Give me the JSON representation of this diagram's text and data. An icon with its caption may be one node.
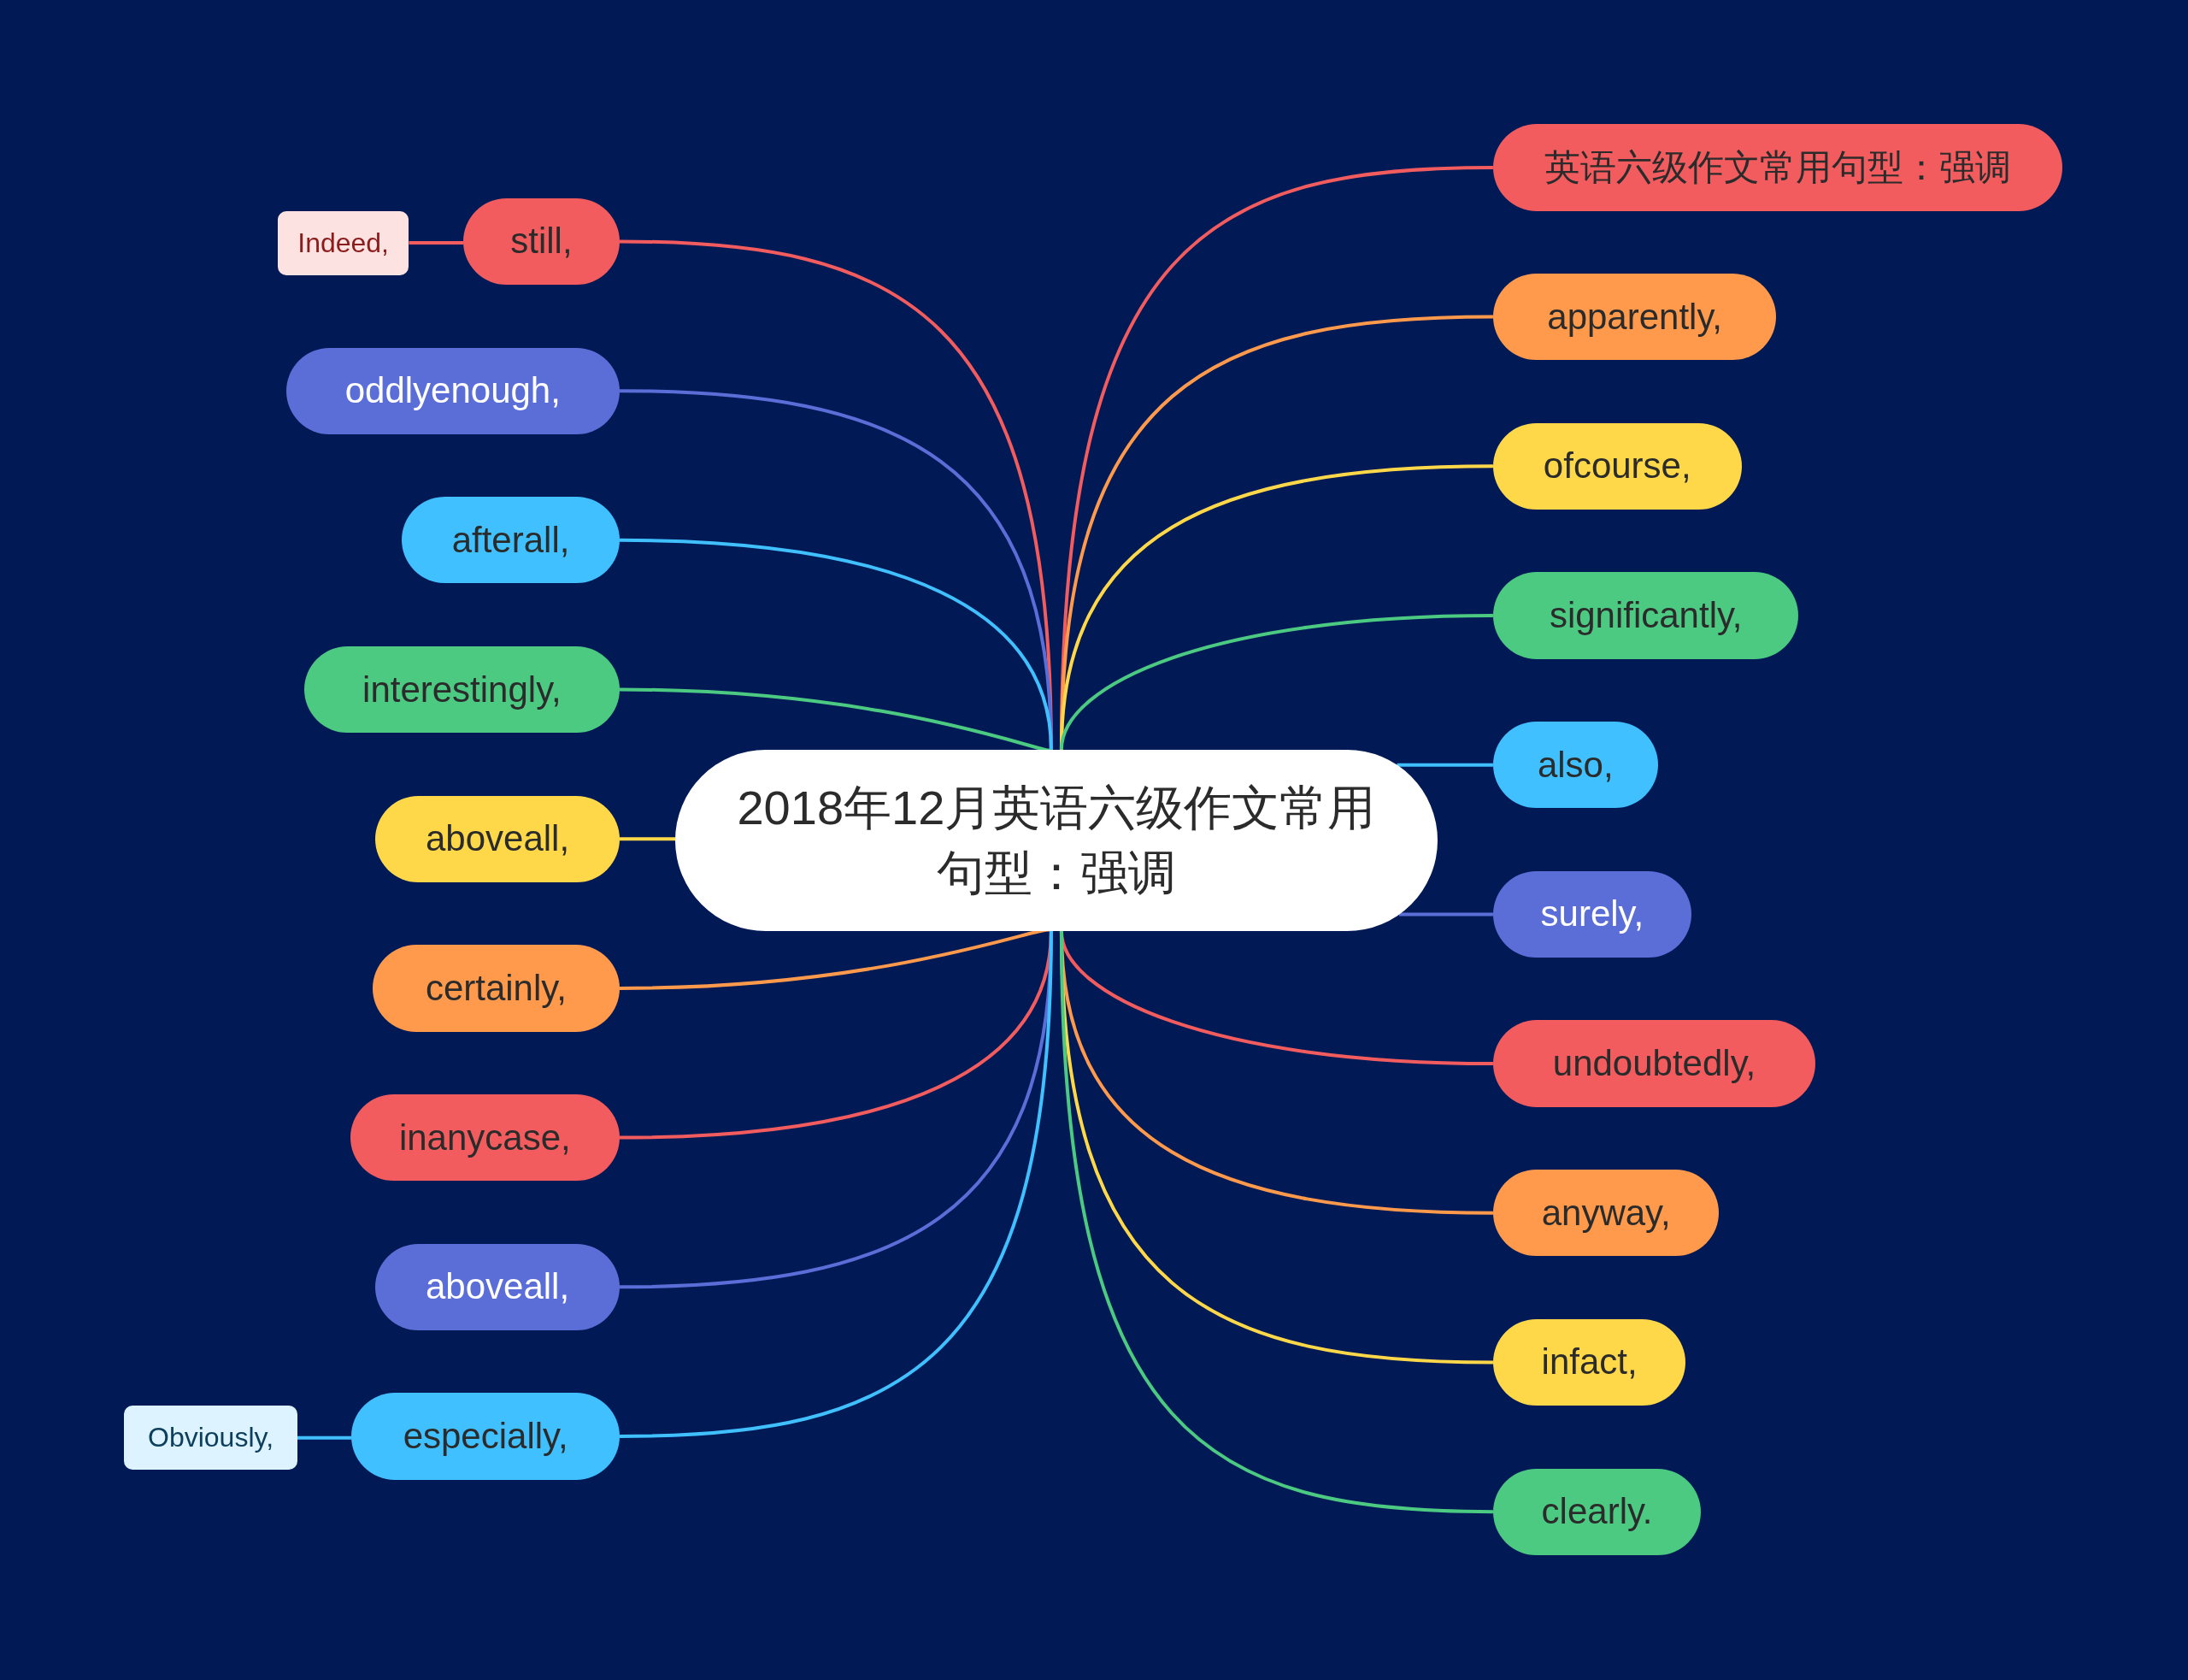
{
  "diagram": {
    "nodes": [
      {
        "text": [
          "2018年12月英语六级作文常用句型：强调"
        ]
      },
      {
        "text": [
          "英语六级作文常用句型：强调"
        ]
      },
      {
        "text": [
          "apparently,"
        ]
      },
      {
        "text": [
          "ofcourse,"
        ]
      },
      {
        "text": [
          "significantly,"
        ]
      },
      {
        "text": [
          "also,"
        ]
      },
      {
        "text": [
          "surely,"
        ]
      },
      {
        "text": [
          "undoubtedly,"
        ]
      },
      {
        "text": [
          "anyway,"
        ]
      },
      {
        "text": [
          "infact,"
        ]
      },
      {
        "text": [
          "clearly."
        ]
      },
      {
        "text": [
          "still,"
        ]
      },
      {
        "text": [
          "oddlyenough,"
        ]
      },
      {
        "text": [
          "afterall,"
        ]
      },
      {
        "text": [
          "interestingly,"
        ]
      },
      {
        "text": [
          "aboveall,"
        ]
      },
      {
        "text": [
          "certainly,"
        ]
      },
      {
        "text": [
          "inanycase,"
        ]
      },
      {
        "text": [
          "aboveall,"
        ]
      },
      {
        "text": [
          "especially,"
        ]
      },
      {
        "text": [
          "Indeed,"
        ]
      },
      {
        "text": [
          "Obviously,"
        ]
      }
    ],
    "edges": [
      {
        "from": 0,
        "to": 1,
        "arrow": "none",
        "color": "#f25c5e"
      },
      {
        "from": 0,
        "to": 2,
        "arrow": "none",
        "color": "#ff9a4d"
      },
      {
        "from": 0,
        "to": 3,
        "arrow": "none",
        "color": "#ffd84a"
      },
      {
        "from": 0,
        "to": 4,
        "arrow": "none",
        "color": "#4cca82"
      },
      {
        "from": 0,
        "to": 5,
        "arrow": "none",
        "color": "#40c0ff"
      },
      {
        "from": 0,
        "to": 6,
        "arrow": "none",
        "color": "#5b6ed8"
      },
      {
        "from": 0,
        "to": 7,
        "arrow": "none",
        "color": "#f25c5e"
      },
      {
        "from": 0,
        "to": 8,
        "arrow": "none",
        "color": "#ff9a4d"
      },
      {
        "from": 0,
        "to": 9,
        "arrow": "none",
        "color": "#ffd84a"
      },
      {
        "from": 0,
        "to": 10,
        "arrow": "none",
        "color": "#4cca82"
      },
      {
        "from": 0,
        "to": 11,
        "arrow": "none",
        "color": "#f25c5e"
      },
      {
        "from": 0,
        "to": 12,
        "arrow": "none",
        "color": "#5b6ed8"
      },
      {
        "from": 0,
        "to": 13,
        "arrow": "none",
        "color": "#40c0ff"
      },
      {
        "from": 0,
        "to": 14,
        "arrow": "none",
        "color": "#4cca82"
      },
      {
        "from": 0,
        "to": 15,
        "arrow": "none",
        "color": "#ffd84a"
      },
      {
        "from": 0,
        "to": 16,
        "arrow": "none",
        "color": "#ff9a4d"
      },
      {
        "from": 0,
        "to": 17,
        "arrow": "none",
        "color": "#f25c5e"
      },
      {
        "from": 0,
        "to": 18,
        "arrow": "none",
        "color": "#5b6ed8"
      },
      {
        "from": 0,
        "to": 19,
        "arrow": "none",
        "color": "#40c0ff"
      },
      {
        "from": 11,
        "to": 20,
        "arrow": "none",
        "color": "#f25c5e"
      },
      {
        "from": 19,
        "to": 21,
        "arrow": "none",
        "color": "#40c0ff"
      }
    ]
  }
}
